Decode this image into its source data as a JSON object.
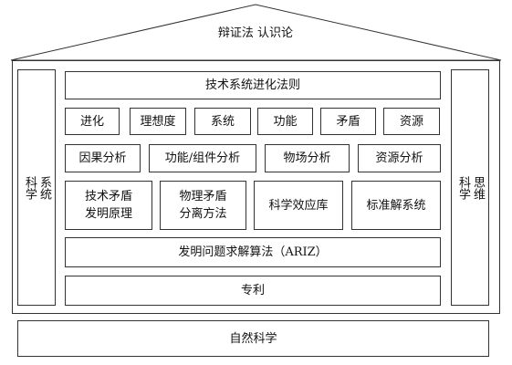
{
  "roof": {
    "label": "辩证法  认识论"
  },
  "left_pillar": {
    "col1": "系统",
    "col2": "科学"
  },
  "right_pillar": {
    "col1": "思维",
    "col2": "科学"
  },
  "rows": {
    "laws": "技术系统进化法则",
    "concepts": [
      "进化",
      "理想度",
      "系统",
      "功能",
      "矛盾",
      "资源"
    ],
    "analyses": [
      "因果分析",
      "功能/组件分析",
      "物场分析",
      "资源分析"
    ],
    "tools": [
      {
        "line1": "技术矛盾",
        "line2": "发明原理"
      },
      {
        "line1": "物理矛盾",
        "line2": "分离方法"
      },
      {
        "line1": "科学效应库",
        "line2": ""
      },
      {
        "line1": "标准解系统",
        "line2": ""
      }
    ],
    "ariz": "发明问题求解算法（ARIZ）",
    "patent": "专利"
  },
  "foundation": {
    "label": "自然科学"
  }
}
